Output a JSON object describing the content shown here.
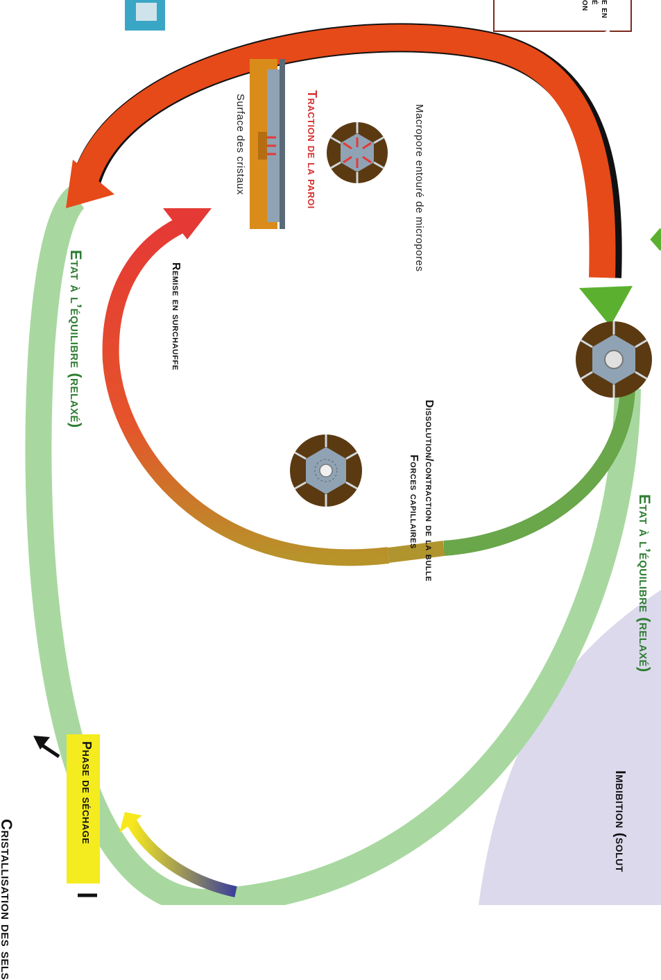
{
  "colors": {
    "tension_arrow": "#e64a19",
    "equilibrium_arrow": "#a5d6a7",
    "equilibrium_text": "#2e7d32",
    "tension_text": "#ffffff",
    "traction_text": "#d32f2f",
    "imbibition_bg": "#d9d6ea",
    "phase_box": "#f4ec1e",
    "crystal": "#d98c1a",
    "pore_brown": "#5b3a12",
    "pore_core": "#8fa3b5"
  },
  "labels": {
    "etat_tension": "Etat de tension - surchauffe",
    "etat_equilibre_top": "Etat à l’équilibre (relaxé)",
    "etat_equilibre_bottom": "Etat à l’équilibre (relaxé)",
    "traction_paroi": "Traction de la paroi",
    "surface_cristaux": "Surface des cristaux",
    "macropore": "Macropore entouré de micropores",
    "remise": "Remise en surchauffe",
    "dissolution": "Dissolution/contraction de la bulle",
    "forces": "Forces capillaires",
    "imbibition": "Imbibition (solut",
    "phase_sechage": "Phase de séchage",
    "legend_cut": "e en\né\non",
    "bottom_cut": "Cristallisation des sels"
  }
}
